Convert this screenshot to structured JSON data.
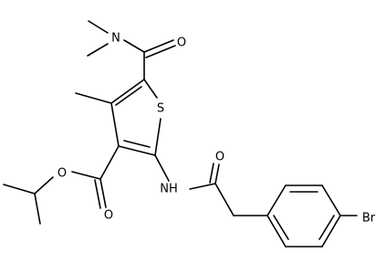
{
  "molecule": {
    "atoms": {
      "n_amide": "N",
      "o_amide_top": "O",
      "s_ring": "S",
      "o_ester_single": "O",
      "o_ester_double": "O",
      "nh": "NH",
      "o_acetamide": "O",
      "br": "Br"
    }
  }
}
